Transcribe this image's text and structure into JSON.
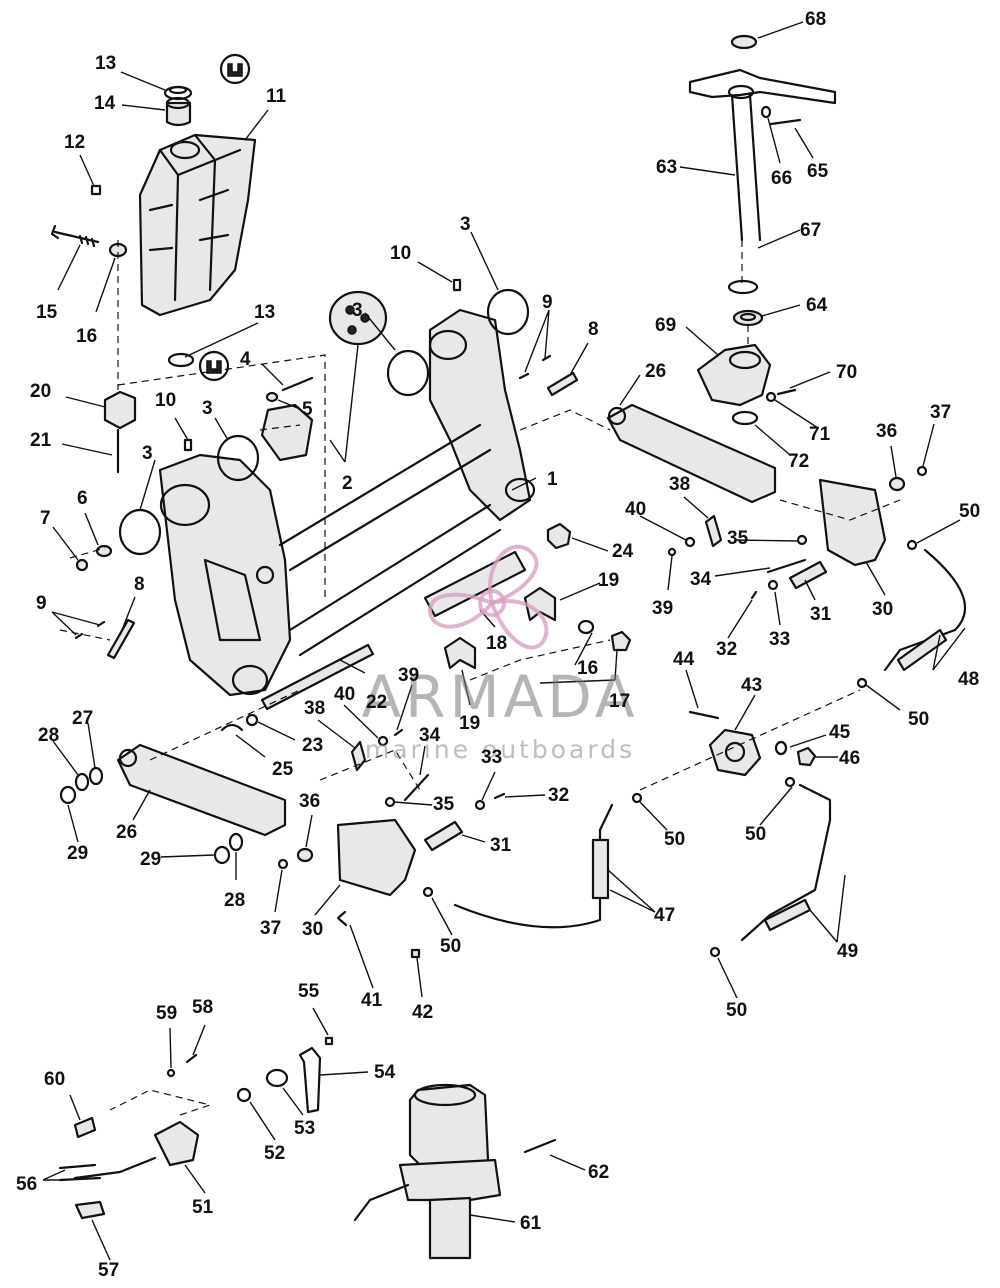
{
  "watermark": {
    "title": "ARMADA",
    "subtitle": "marine outboards",
    "color": "#e0a8cc"
  },
  "callouts": [
    "1",
    "2",
    "3",
    "3",
    "3",
    "3",
    "4",
    "5",
    "6",
    "7",
    "8",
    "8",
    "9",
    "9",
    "10",
    "10",
    "11",
    "12",
    "13",
    "13",
    "14",
    "15",
    "16",
    "16",
    "17",
    "18",
    "19",
    "19",
    "20",
    "21",
    "22",
    "23",
    "24",
    "25",
    "26",
    "26",
    "27",
    "28",
    "28",
    "29",
    "29",
    "30",
    "30",
    "31",
    "31",
    "32",
    "32",
    "33",
    "33",
    "34",
    "34",
    "35",
    "35",
    "36",
    "36",
    "37",
    "37",
    "38",
    "38",
    "39",
    "39",
    "40",
    "40",
    "41",
    "42",
    "43",
    "44",
    "45",
    "46",
    "47",
    "48",
    "49",
    "50",
    "50",
    "50",
    "50",
    "50",
    "50",
    "51",
    "52",
    "53",
    "54",
    "55",
    "56",
    "57",
    "58",
    "59",
    "60",
    "61",
    "62",
    "63",
    "64",
    "65",
    "66",
    "67",
    "68",
    "69",
    "70",
    "71",
    "72"
  ]
}
